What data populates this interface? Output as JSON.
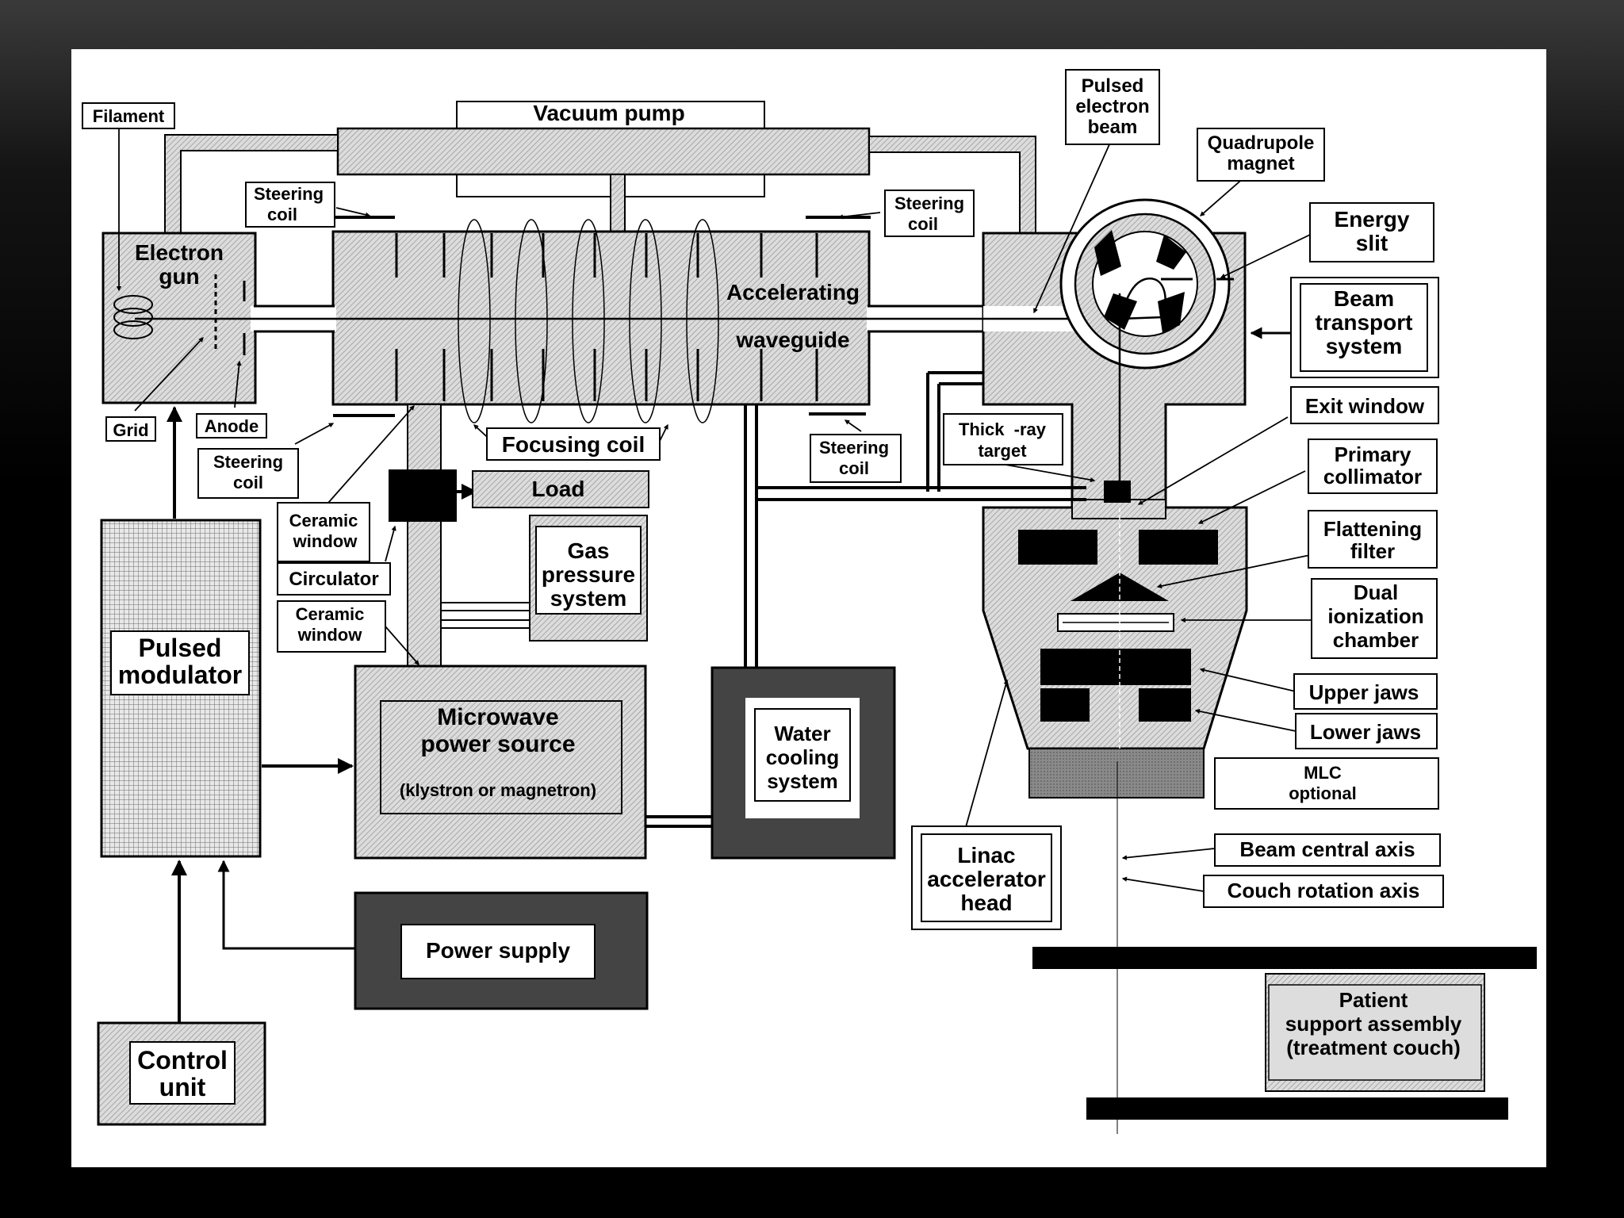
{
  "diagram": {
    "labels": {
      "filament": "Filament",
      "vacuum_pump": "Vacuum pump",
      "pulsed_electron_beam": [
        "Pulsed",
        "electron",
        "beam"
      ],
      "quadrupole_magnet": [
        "Quadrupole",
        "magnet"
      ],
      "energy_slit": [
        "Energy",
        "slit"
      ],
      "beam_transport_system": [
        "Beam",
        "transport",
        "system"
      ],
      "steering_coil_tl": [
        "Steering",
        "coil"
      ],
      "steering_coil_tr": [
        "Steering",
        "coil"
      ],
      "steering_coil_bl": [
        "Steering",
        "coil"
      ],
      "steering_coil_br": [
        "Steering",
        "coil"
      ],
      "electron_gun": [
        "Electron",
        "gun"
      ],
      "accelerating": "Accelerating",
      "waveguide": "waveguide",
      "grid": "Grid",
      "anode": "Anode",
      "focusing_coil": "Focusing coil",
      "thick_xray_target": [
        "Thick  -ray",
        "target"
      ],
      "exit_window": "Exit window",
      "primary_collimator": [
        "Primary",
        "collimator"
      ],
      "ceramic_window_1": [
        "Ceramic",
        "window"
      ],
      "ceramic_window_2": [
        "Ceramic",
        "window"
      ],
      "circulator": "Circulator",
      "load": "Load",
      "gas_pressure_system": [
        "Gas",
        "pressure",
        "system"
      ],
      "flattening_filter": [
        "Flattening",
        "filter"
      ],
      "dual_ionization_chamber": [
        "Dual",
        "ionization",
        "chamber"
      ],
      "pulsed_modulator": [
        "Pulsed",
        "modulator"
      ],
      "microwave_power_source": [
        "Microwave",
        "power source"
      ],
      "klystron": "(klystron or magnetron)",
      "water_cooling_system": [
        "Water",
        "cooling",
        "system"
      ],
      "upper_jaws": "Upper jaws",
      "lower_jaws": "Lower jaws",
      "mlc_optional": [
        "MLC",
        "optional"
      ],
      "linac_accelerator_head": [
        "Linac",
        "accelerator",
        "head"
      ],
      "beam_central_axis": "Beam central axis",
      "couch_rotation_axis": "Couch rotation axis",
      "power_supply": "Power supply",
      "control_unit": [
        "Control",
        "unit"
      ],
      "patient_support_assembly": [
        "Patient",
        "support assembly",
        "(treatment couch)"
      ]
    }
  }
}
